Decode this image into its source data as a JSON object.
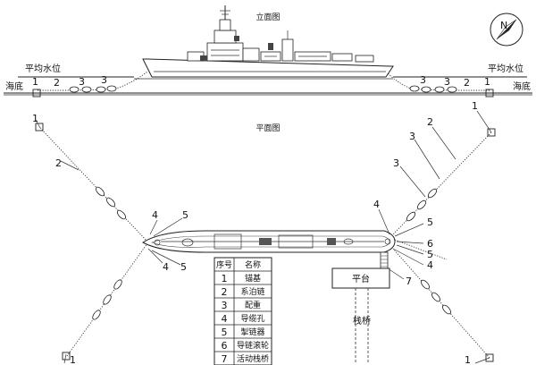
{
  "titles": {
    "elevation": "立面图",
    "plan": "平面图"
  },
  "labels": {
    "mean_water_left": "平均水位",
    "mean_water_right": "平均水位",
    "seabed_left": "海底",
    "seabed_right": "海底",
    "platform": "平台",
    "trestle": "栈桥",
    "compass_north": "N"
  },
  "callouts": {
    "elev_left": [
      "1",
      "2",
      "3",
      "3"
    ],
    "elev_right": [
      "3",
      "3",
      "2",
      "1"
    ],
    "plan_tl_1": "1",
    "plan_tl_2": "2",
    "plan_bl_1": "1",
    "plan_left_4a": "4",
    "plan_left_5a": "5",
    "plan_left_4b": "4",
    "plan_left_5b": "5",
    "plan_tr_1": "1",
    "plan_tr_2": "2",
    "plan_tr_3a": "3",
    "plan_tr_3b": "3",
    "plan_right_4a": "4",
    "plan_right_5a": "5",
    "plan_right_6": "6",
    "plan_right_5b": "5",
    "plan_right_4b": "4",
    "plan_right_7": "7",
    "plan_br_1": "1"
  },
  "legend": {
    "header": [
      "序号",
      "名称"
    ],
    "rows": [
      {
        "no": "1",
        "name": "锚基"
      },
      {
        "no": "2",
        "name": "系泊链"
      },
      {
        "no": "3",
        "name": "配重"
      },
      {
        "no": "4",
        "name": "导缆孔"
      },
      {
        "no": "5",
        "name": "掣链器"
      },
      {
        "no": "6",
        "name": "导链滚轮"
      },
      {
        "no": "7",
        "name": "活动栈桥"
      }
    ]
  }
}
